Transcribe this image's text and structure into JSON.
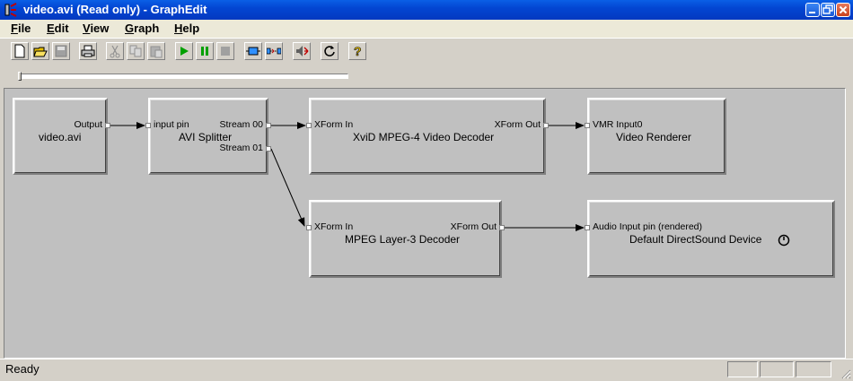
{
  "window": {
    "title": "video.avi (Read only) - GraphEdit"
  },
  "menu": [
    {
      "label": "File",
      "accel": "F",
      "rest": "ile"
    },
    {
      "label": "Edit",
      "accel": "E",
      "rest": "dit"
    },
    {
      "label": "View",
      "accel": "V",
      "rest": "iew"
    },
    {
      "label": "Graph",
      "accel": "G",
      "rest": "raph"
    },
    {
      "label": "Help",
      "accel": "H",
      "rest": "elp"
    }
  ],
  "toolbar": {
    "icons": [
      "new-file-icon",
      "open-folder-icon",
      "save-icon",
      "print-icon",
      "cut-icon",
      "copy-icon",
      "paste-icon",
      "play-icon",
      "pause-icon",
      "stop-icon",
      "insert-filter-icon",
      "connect-pins-icon",
      "speaker-icon",
      "refresh-icon",
      "help-icon"
    ]
  },
  "seek": {
    "position": 0
  },
  "graph": {
    "filters": {
      "source": {
        "name": "video.avi",
        "out_pin": "Output"
      },
      "splitter": {
        "name": "AVI Splitter",
        "in_pin": "input pin",
        "out_pin_0": "Stream 00",
        "out_pin_1": "Stream 01"
      },
      "video_decoder": {
        "name": "XviD MPEG-4 Video Decoder",
        "in_pin": "XForm In",
        "out_pin": "XForm Out"
      },
      "video_renderer": {
        "name": "Video Renderer",
        "in_pin": "VMR Input0"
      },
      "audio_decoder": {
        "name": "MPEG Layer-3 Decoder",
        "in_pin": "XForm In",
        "out_pin": "XForm Out"
      },
      "audio_renderer": {
        "name": "Default DirectSound Device",
        "in_pin": "Audio Input pin (rendered)"
      }
    }
  },
  "status": {
    "text": "Ready"
  },
  "colors": {
    "title_bar": "#0346d2",
    "canvas": "#c0c0c0",
    "play_green": "#00a000"
  }
}
